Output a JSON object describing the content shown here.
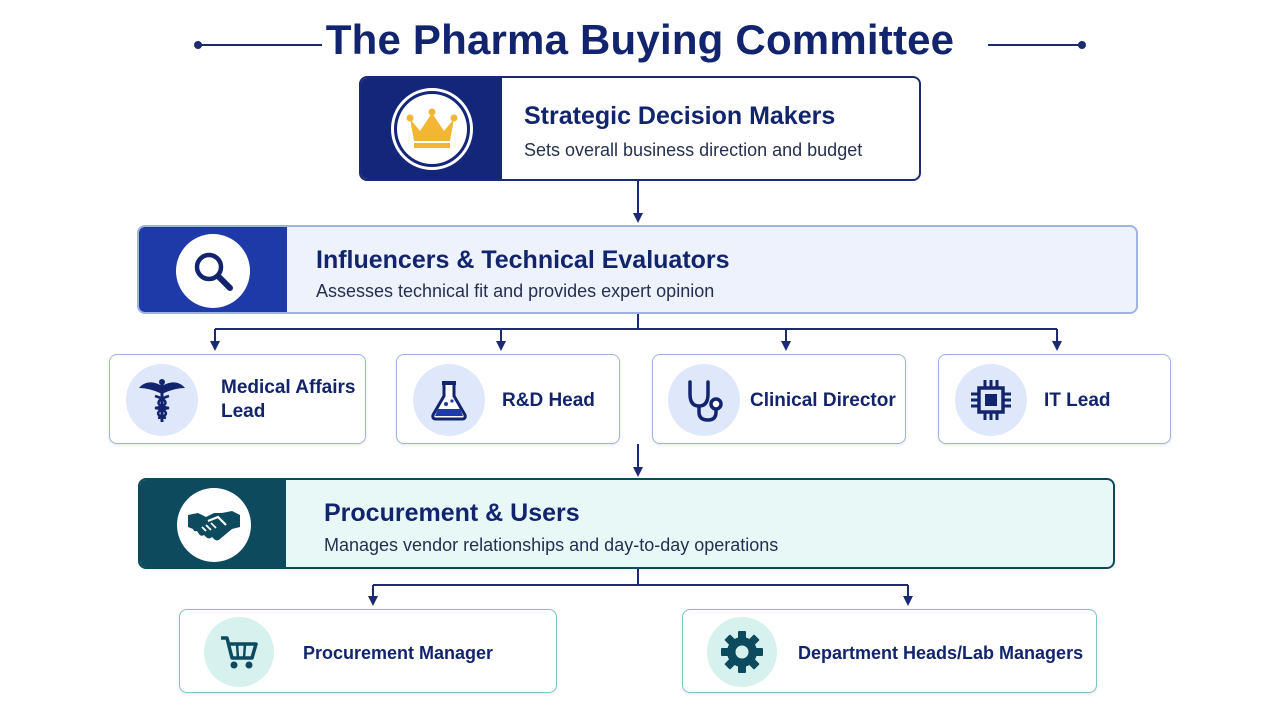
{
  "title": "The Pharma Buying Committee",
  "colors": {
    "navy": "#1b2a72",
    "blue": "#1e3aa8",
    "teal_dark": "#0d4a5e",
    "gold": "#f2b632",
    "light_blue_fill": "#eef2fc",
    "mint_fill": "#e8f8f6",
    "card_border_blue": "#9fb4dc",
    "card_border_teal": "#7fc5c0"
  },
  "tiers": {
    "strategic": {
      "heading": "Strategic Decision Makers",
      "description": "Sets overall business direction and budget",
      "icon": "crown-icon"
    },
    "influencers": {
      "heading": "Influencers & Technical Evaluators",
      "description": "Assesses technical fit and provides expert opinion",
      "icon": "magnifier-icon"
    },
    "procurement": {
      "heading": "Procurement & Users",
      "description": "Manages vendor relationships and day-to-day operations",
      "icon": "handshake-icon"
    }
  },
  "roles": {
    "medical_affairs": {
      "label": "Medical Affairs Lead",
      "icon": "caduceus-icon"
    },
    "rnd_head": {
      "label": "R&D Head",
      "icon": "flask-icon"
    },
    "clinical_director": {
      "label": "Clinical Director",
      "icon": "stethoscope-icon"
    },
    "it_lead": {
      "label": "IT Lead",
      "icon": "chip-icon"
    },
    "procurement_manager": {
      "label": "Procurement Manager",
      "icon": "cart-icon"
    },
    "department_heads": {
      "label": "Department Heads/Lab Managers",
      "icon": "gear-icon"
    }
  }
}
